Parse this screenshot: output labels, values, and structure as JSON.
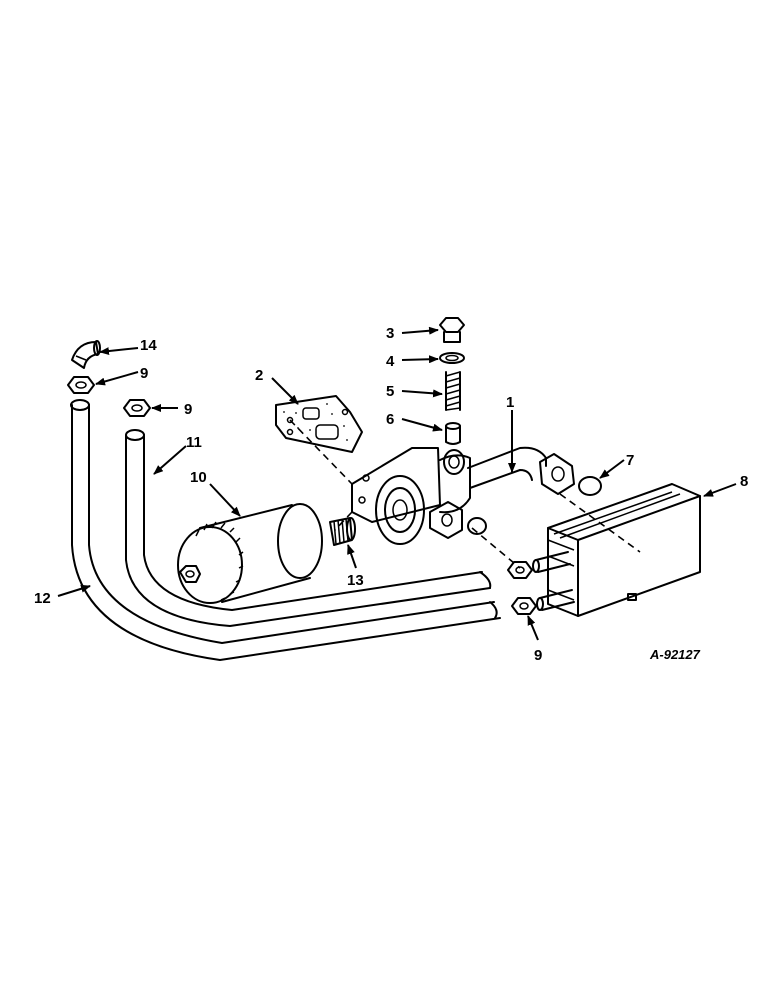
{
  "callouts": {
    "c1": "1",
    "c2": "2",
    "c3": "3",
    "c4": "4",
    "c5": "5",
    "c6": "6",
    "c7": "7",
    "c8": "8",
    "c9a": "9",
    "c9b": "9",
    "c9c": "9",
    "c10": "10",
    "c11": "11",
    "c12": "12",
    "c13": "13",
    "c14": "14"
  },
  "reference": "A-92127"
}
